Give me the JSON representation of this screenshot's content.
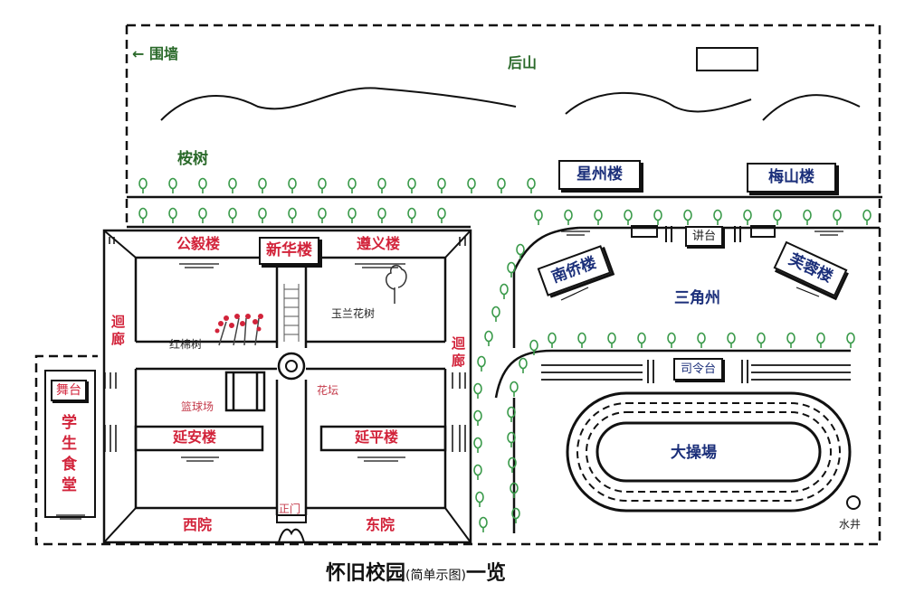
{
  "title": {
    "main_a": "怀旧校园",
    "sub": "(简单示图)",
    "main_b": "一览"
  },
  "labels": {
    "wall": "← 围墙",
    "back_hill": "后山",
    "trees": "桉树",
    "gongyi": "公毅楼",
    "xinhua": "新华楼",
    "zunyi": "遵义楼",
    "xingzhou": "星州楼",
    "meishan": "梅山楼",
    "jiangtai": "讲台",
    "nanqiao": "南侨楼",
    "furong": "芙蓉楼",
    "sanjiaozhou": "三角州",
    "yulan": "玉兰花树",
    "hongmian": "红棉树",
    "huatan": "花坛",
    "lanqiu": "篮球场",
    "yanan": "延安楼",
    "yanping": "延平楼",
    "xiyuan": "西院",
    "zhengmen": "正门",
    "dongyuan": "东院",
    "corridor_left": "迴廊",
    "corridor_right": "迴廊",
    "stage": "舞台",
    "canteen": "学生食堂",
    "siling": "司令台",
    "playground": "大操場",
    "well": "水井"
  },
  "colors": {
    "building_red": "#d2233a",
    "building_blue": "#1b2f7a",
    "nature_green": "#2b6a2b",
    "tree_green": "#3a9a4a",
    "ink": "#111111"
  }
}
